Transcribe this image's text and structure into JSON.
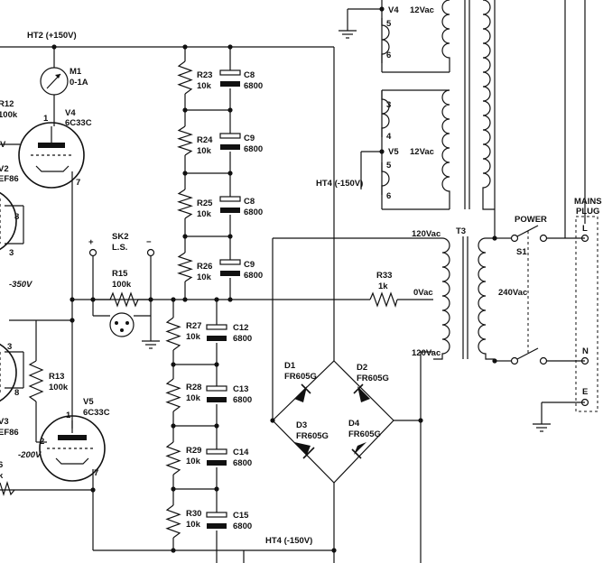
{
  "rails": {
    "ht2": "HT2 (+150V)",
    "ht4_bottom": "HT4 (-150V)",
    "ht4_left": "HT4 (-150V)"
  },
  "meter": {
    "ref": "M1",
    "value": "0-1A"
  },
  "tubes": {
    "v4": {
      "ref": "V4",
      "type": "6C33C",
      "pin1": "1",
      "pin7": "7"
    },
    "v5": {
      "ref": "V5",
      "type": "6C33C",
      "pin1": "1",
      "pin2": "2",
      "pin7": "7"
    },
    "v2": {
      "ref": "V2",
      "type": "EF86",
      "pin3": "3",
      "pin8": "8"
    },
    "v3": {
      "ref": "V3",
      "type": "EF86",
      "pin3": "3",
      "pin8": "8"
    }
  },
  "left_fragments": {
    "r12_ref": "R12",
    "r12_val": "100k",
    "v_frag": "V",
    "r6_ref": "6",
    "k_frag": "k"
  },
  "voltages": {
    "minus350": "-350V",
    "minus200": "-200V"
  },
  "speaker": {
    "ref": "SK2",
    "label": "L.S.",
    "plus": "+",
    "minus": "−"
  },
  "resistors": {
    "r15": {
      "ref": "R15",
      "val": "100k"
    },
    "r13": {
      "ref": "R13",
      "val": "100k"
    },
    "r33": {
      "ref": "R33",
      "val": "1k"
    },
    "upper": [
      {
        "ref": "R23",
        "val": "10k"
      },
      {
        "ref": "R24",
        "val": "10k"
      },
      {
        "ref": "R25",
        "val": "10k"
      },
      {
        "ref": "R26",
        "val": "10k"
      }
    ],
    "lower": [
      {
        "ref": "R27",
        "val": "10k"
      },
      {
        "ref": "R28",
        "val": "10k"
      },
      {
        "ref": "R29",
        "val": "10k"
      },
      {
        "ref": "R30",
        "val": "10k"
      }
    ]
  },
  "capacitors": {
    "upper": [
      {
        "ref": "C8",
        "val": "6800"
      },
      {
        "ref": "C9",
        "val": "6800"
      },
      {
        "ref": "C8",
        "val": "6800"
      },
      {
        "ref": "C9",
        "val": "6800"
      }
    ],
    "lower": [
      {
        "ref": "C12",
        "val": "6800"
      },
      {
        "ref": "C13",
        "val": "6800"
      },
      {
        "ref": "C14",
        "val": "6800"
      },
      {
        "ref": "C15",
        "val": "6800"
      }
    ]
  },
  "diodes": [
    {
      "ref": "D1",
      "type": "FR605G"
    },
    {
      "ref": "D2",
      "type": "FR605G"
    },
    {
      "ref": "D3",
      "type": "FR605G"
    },
    {
      "ref": "D4",
      "type": "FR605G"
    }
  ],
  "transformer_top": {
    "v4_label": "V4",
    "v4_pin5": "5",
    "v4_pin6": "6",
    "v4_ac": "12Vac",
    "pin3": "3",
    "pin4": "4",
    "v5_label": "V5",
    "v5_pin5": "5",
    "v5_pin6": "6",
    "v5_ac": "12Vac"
  },
  "transformer_t3": {
    "ref": "T3",
    "tap_top": "120Vac",
    "tap_mid": "0Vac",
    "tap_bot": "120Vac",
    "primary": "240Vac"
  },
  "power": {
    "label": "POWER",
    "switch": "S1"
  },
  "mains": {
    "title_1": "MAINS",
    "title_2": "PLUG",
    "l": "L",
    "n": "N",
    "e": "E"
  }
}
